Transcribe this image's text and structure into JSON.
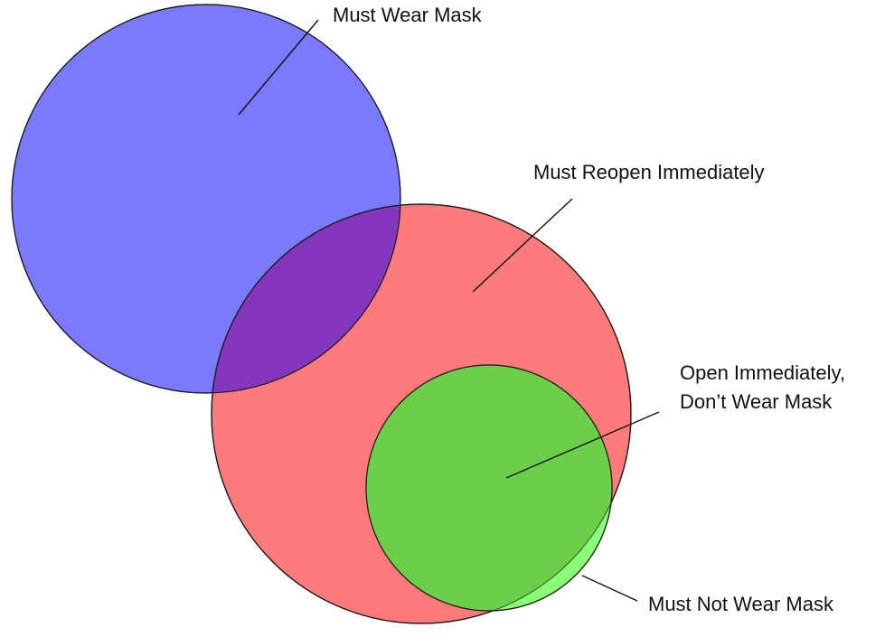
{
  "diagram": {
    "type": "venn",
    "sets": [
      {
        "id": "must-wear-mask",
        "label": "Must Wear Mask",
        "color": "#7a7aff"
      },
      {
        "id": "must-reopen-immediately",
        "label": "Must Reopen Immediately",
        "color": "#ff7b7b"
      },
      {
        "id": "must-not-wear-mask",
        "label": "Must Not Wear Mask",
        "color": "#88ff77"
      }
    ],
    "regions": [
      {
        "id": "open-immediately-dont-wear-mask",
        "label_lines": [
          "Open Immediately,",
          "Don’t Wear Mask"
        ],
        "color": "#6ccf4a"
      },
      {
        "id": "mask-and-reopen-overlap",
        "color": "#8436bd"
      }
    ]
  }
}
